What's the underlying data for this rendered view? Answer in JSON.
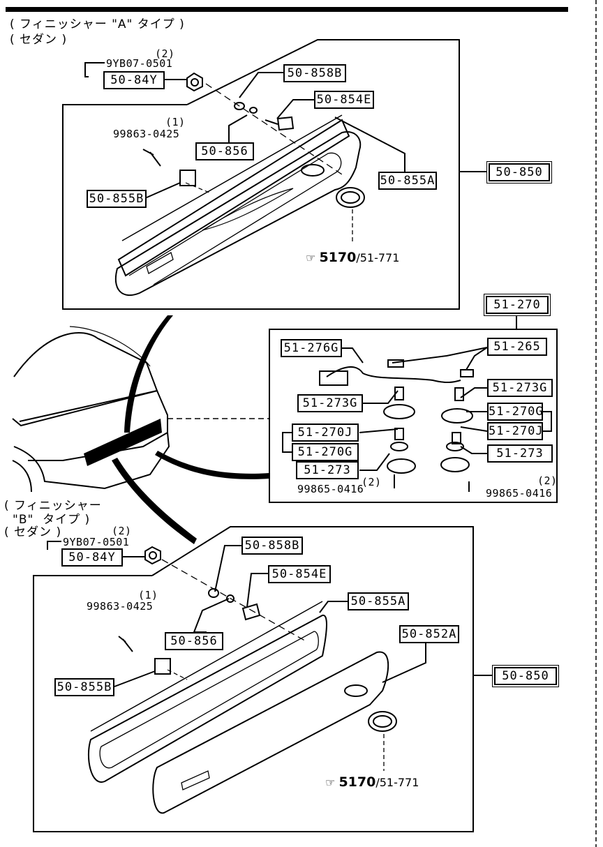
{
  "section_a": {
    "title_line1": "( フィニッシャー \"A\" タイプ )",
    "title_line2": "( セダン )",
    "nut_qty": "(2)",
    "nut_partno": "9YB07-0501",
    "screw_qty": "(1)",
    "screw_partno": "99863-0425",
    "parts": [
      "50-84Y",
      "50-858B",
      "50-854E",
      "50-856",
      "50-855A",
      "50-855B",
      "50-850"
    ],
    "ref_main": "5170",
    "ref_sub": "/51-771"
  },
  "section_lamp": {
    "assembly": "51-270",
    "parts": [
      "51-276G",
      "51-265",
      "51-273G",
      "51-273G",
      "51-270G",
      "51-270J",
      "51-270J",
      "51-270G",
      "51-273",
      "51-273"
    ],
    "screw_qty_left": "(2)",
    "screw_partno_left": "99865-0416",
    "screw_qty_right": "(2)",
    "screw_partno_right": "99865-0416"
  },
  "section_b": {
    "title_line1": "( フィニッシャー",
    "title_line2": "\"B\"  タイプ )",
    "title_line3": "( セダン )",
    "nut_qty": "(2)",
    "nut_partno": "9YB07-0501",
    "screw_qty": "(1)",
    "screw_partno": "99863-0425",
    "parts": [
      "50-84Y",
      "50-858B",
      "50-854E",
      "50-855A",
      "50-856",
      "50-852A",
      "50-855B",
      "50-850"
    ],
    "ref_main": "5170",
    "ref_sub": "/51-771"
  }
}
